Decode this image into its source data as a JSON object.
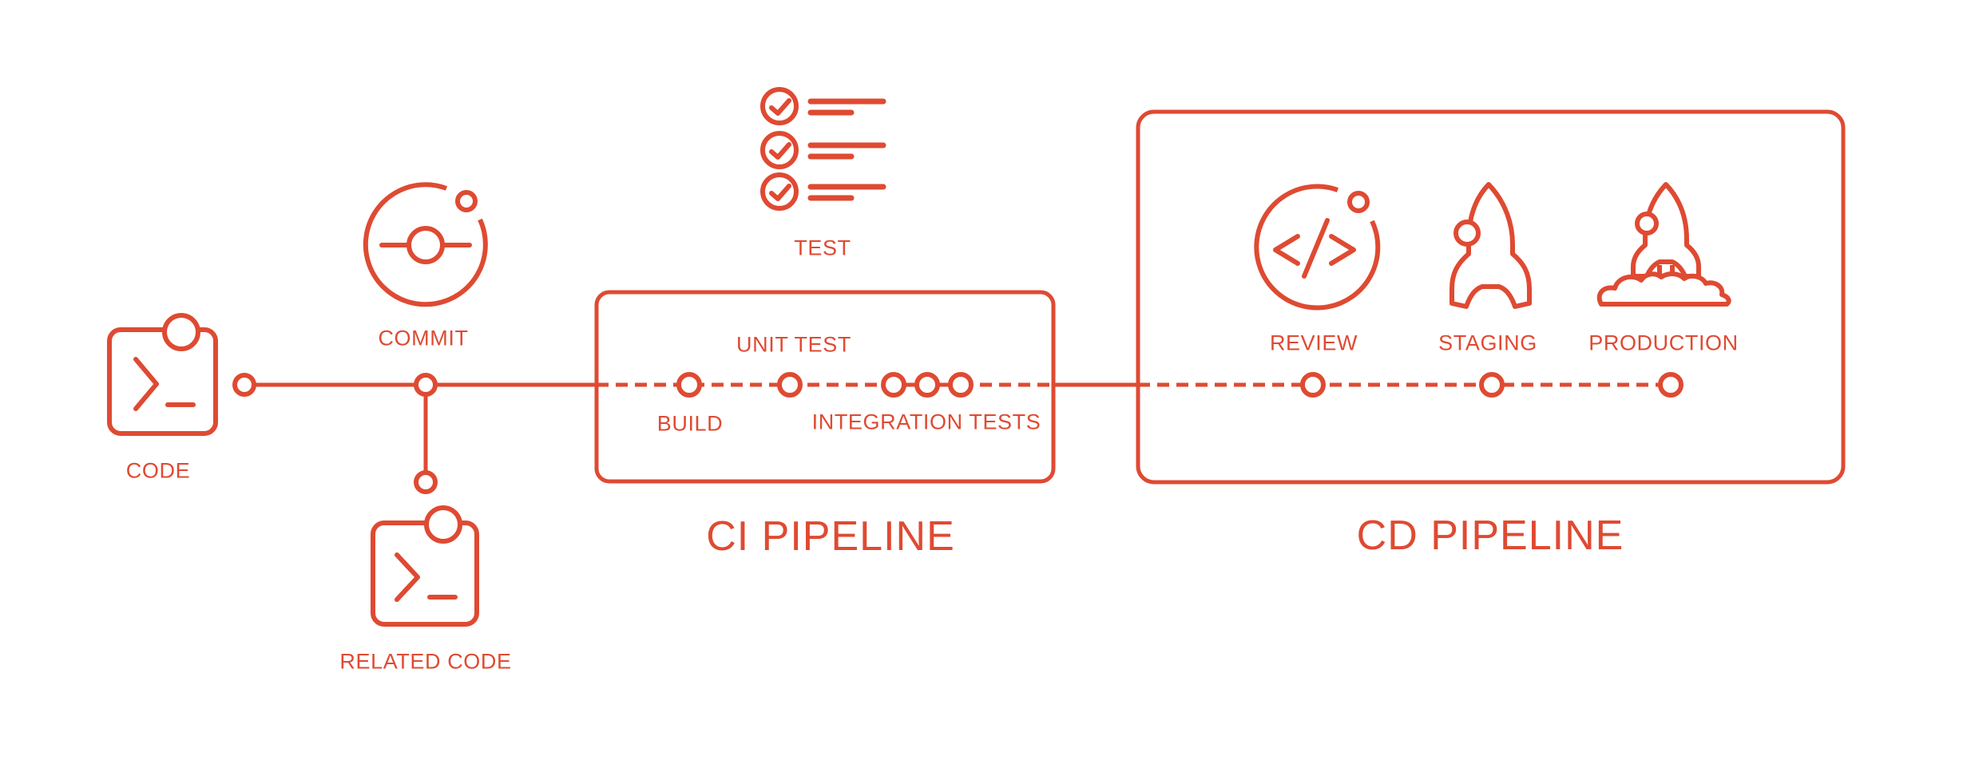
{
  "colors": {
    "accent": "#DF4A32",
    "background": "#FFFFFF"
  },
  "workflow": {
    "code_label": "CODE",
    "commit_label": "COMMIT",
    "related_code_label": "RELATED CODE",
    "test_label": "TEST"
  },
  "ci_pipeline": {
    "title": "CI PIPELINE",
    "stages": [
      "BUILD",
      "UNIT TEST",
      "INTEGRATION TESTS"
    ]
  },
  "cd_pipeline": {
    "title": "CD PIPELINE",
    "stages": [
      "REVIEW",
      "STAGING",
      "PRODUCTION"
    ]
  },
  "icons": {
    "code": "terminal-window-icon",
    "commit": "commit-orbit-icon",
    "related_code": "terminal-window-icon",
    "test": "checklist-icon",
    "review": "code-brackets-circle-icon",
    "staging": "rocket-icon",
    "production": "rocket-launch-icon"
  }
}
